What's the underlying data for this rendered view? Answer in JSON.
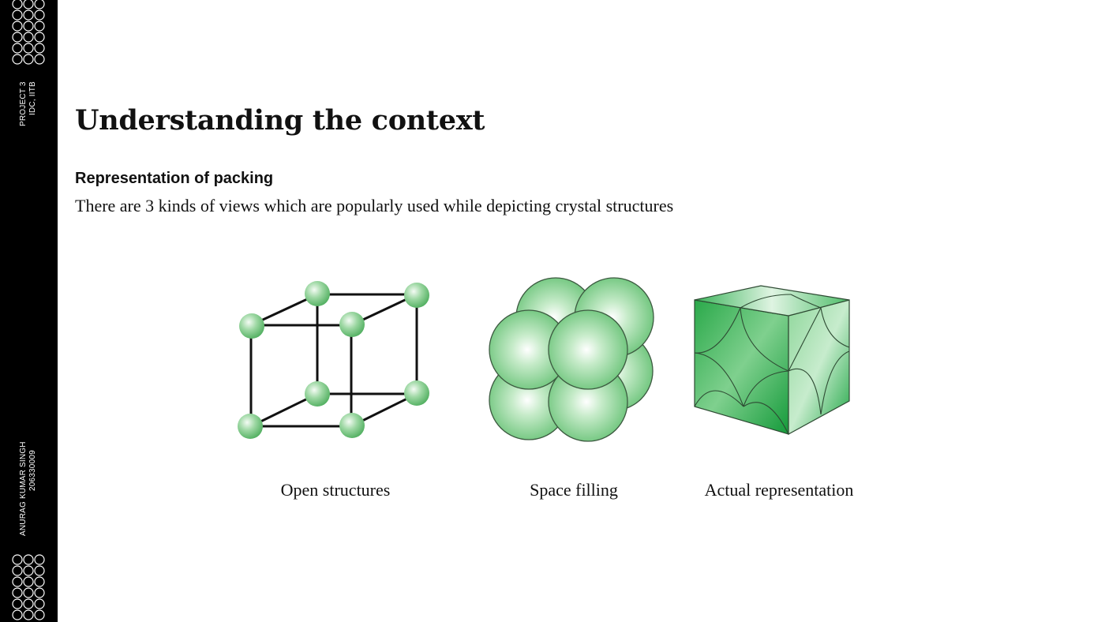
{
  "sidebar": {
    "project": "PROJECT 3",
    "institute": "IDC, IITB",
    "author": "ANURAG KUMAR SINGH",
    "roll": "206330009"
  },
  "slide": {
    "title": "Understanding the context",
    "subtitle": "Representation of packing",
    "description": "There are 3 kinds of views which are popularly used while depicting crystal structures"
  },
  "figures": [
    {
      "caption": "Open structures",
      "icon": "open-structure-cube-icon"
    },
    {
      "caption": "Space filling",
      "icon": "space-filling-spheres-icon"
    },
    {
      "caption": "Actual representation",
      "icon": "unit-cell-cube-icon"
    }
  ],
  "colors": {
    "sidebar": "#000000",
    "atom_green": "#5cc46c",
    "cube_green": "#2bb24c"
  }
}
